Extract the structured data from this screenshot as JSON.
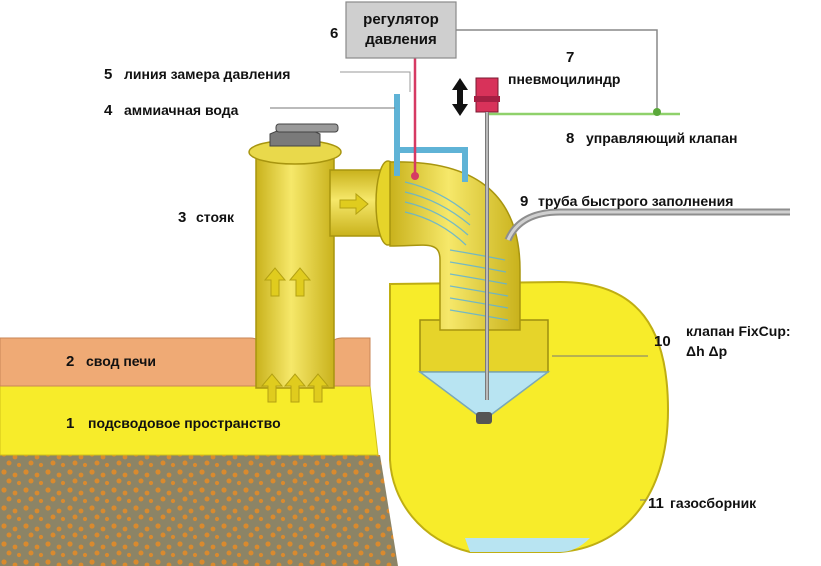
{
  "colors": {
    "yellow": "#f7ec2a",
    "pipe_yellow": "#e6d42a",
    "furnace_roof": "#efaa75",
    "ground": "#8c8466",
    "pellets": "#d98a2e",
    "regulator_bg": "#cfcfcf",
    "water": "#b8e4f2",
    "ammonia_pipe": "#5fb3d6",
    "pressure_line": "#d63a63",
    "control_line": "#8fd16b",
    "cylinder": "#d8325a"
  },
  "labels": {
    "regulator_line1": "регулятор",
    "regulator_line2": "давления",
    "n1": "1",
    "n1_text": "подсводовое пространство",
    "n2": "2",
    "n2_text": "свод печи",
    "n3": "3",
    "n3_text": "стояк",
    "n4": "4",
    "n4_text": "аммиачная вода",
    "n5": "5",
    "n5_text": "линия замера давления",
    "n6": "6",
    "n7": "7",
    "n7_text": "пневмоцилиндр",
    "n8": "8",
    "n8_text": "управляющий клапан",
    "n9": "9",
    "n9_text": "труба быстрого заполнения",
    "n10": "10",
    "n10_text_line1": "клапан FixCup:",
    "n10_text_line2": "Δh Δp",
    "n11": "11",
    "n11_text": "газосборник"
  }
}
